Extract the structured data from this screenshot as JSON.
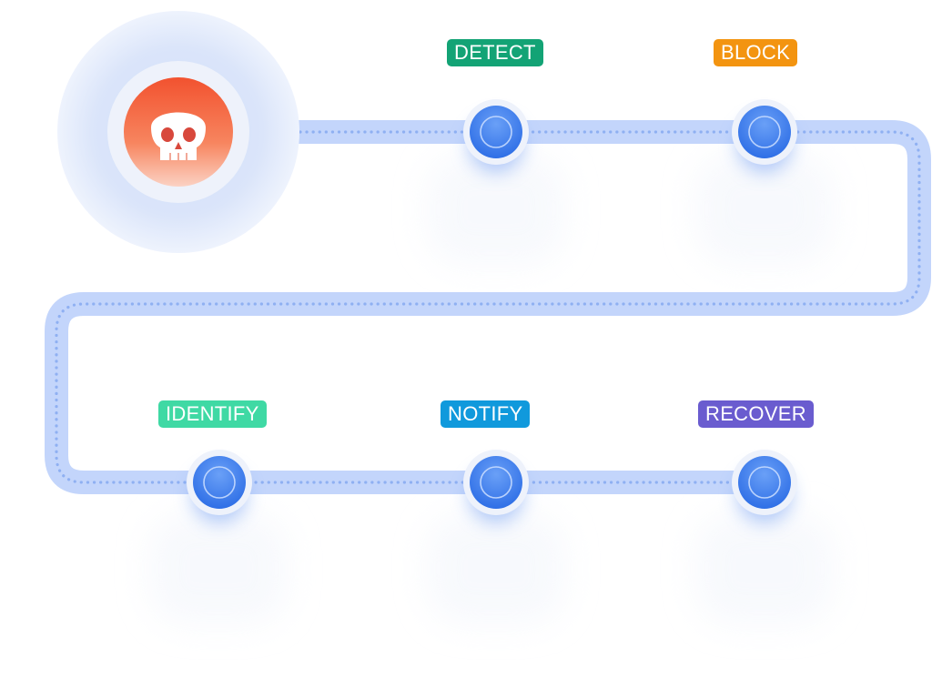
{
  "steps": [
    {
      "id": "detect",
      "label": "DETECT",
      "color": "#13a375"
    },
    {
      "id": "block",
      "label": "BLOCK",
      "color": "#f39410"
    },
    {
      "id": "identify",
      "label": "IDENTIFY",
      "color": "#3fd9a4"
    },
    {
      "id": "notify",
      "label": "NOTIFY",
      "color": "#1099dc"
    },
    {
      "id": "recover",
      "label": "RECOVER",
      "color": "#6a5ccf"
    }
  ],
  "threat_icon": "skull-icon",
  "node_icon": "circle-node-icon",
  "colors": {
    "track": "#bcd0fb",
    "track_dots": "#8fb0f2",
    "node_fill": "#3f7ef0",
    "threat_fill": "#f35e3e"
  }
}
